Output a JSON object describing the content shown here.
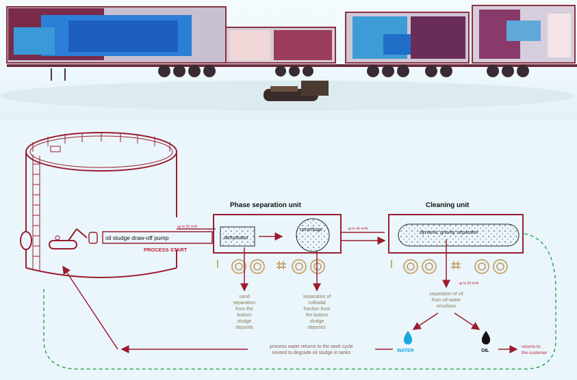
{
  "diagram": {
    "phase_unit_title": "Phase separation unit",
    "cleaning_unit_title": "Cleaning unit",
    "pump_label": "oil sludge draw-off pump",
    "process_start": "PROCESS START",
    "dehydrator": "dehydrator",
    "centrifuge": "centrifuge",
    "separator": "dynamic gravity separator",
    "rate_1": "up to 30 m³/h",
    "rate_2": "up to 40 m³/h",
    "rate_3": "up to 20 m³/h",
    "sand_note": [
      "sand",
      "separation",
      "from the",
      "bottom",
      "sludge",
      "deposits"
    ],
    "colloidal_note": [
      "separation of",
      "colloidal",
      "fraction from",
      "the bottom",
      "sludge",
      "deposits"
    ],
    "oil_sep_note": [
      "separation of oil",
      "from oil-water",
      "emulsion"
    ],
    "water_label": "WATER",
    "oil_label": "OIL",
    "returns_note": [
      "returns to",
      "the customer"
    ],
    "process_water_note": [
      "process water returns to the work cycle",
      "reused to degrade oil sludge in tanks"
    ]
  },
  "colors": {
    "accent_red": "#9b1b2e",
    "flow_green": "#2fa84f",
    "water_blue": "#19a7e0",
    "tan": "#c8a878"
  }
}
